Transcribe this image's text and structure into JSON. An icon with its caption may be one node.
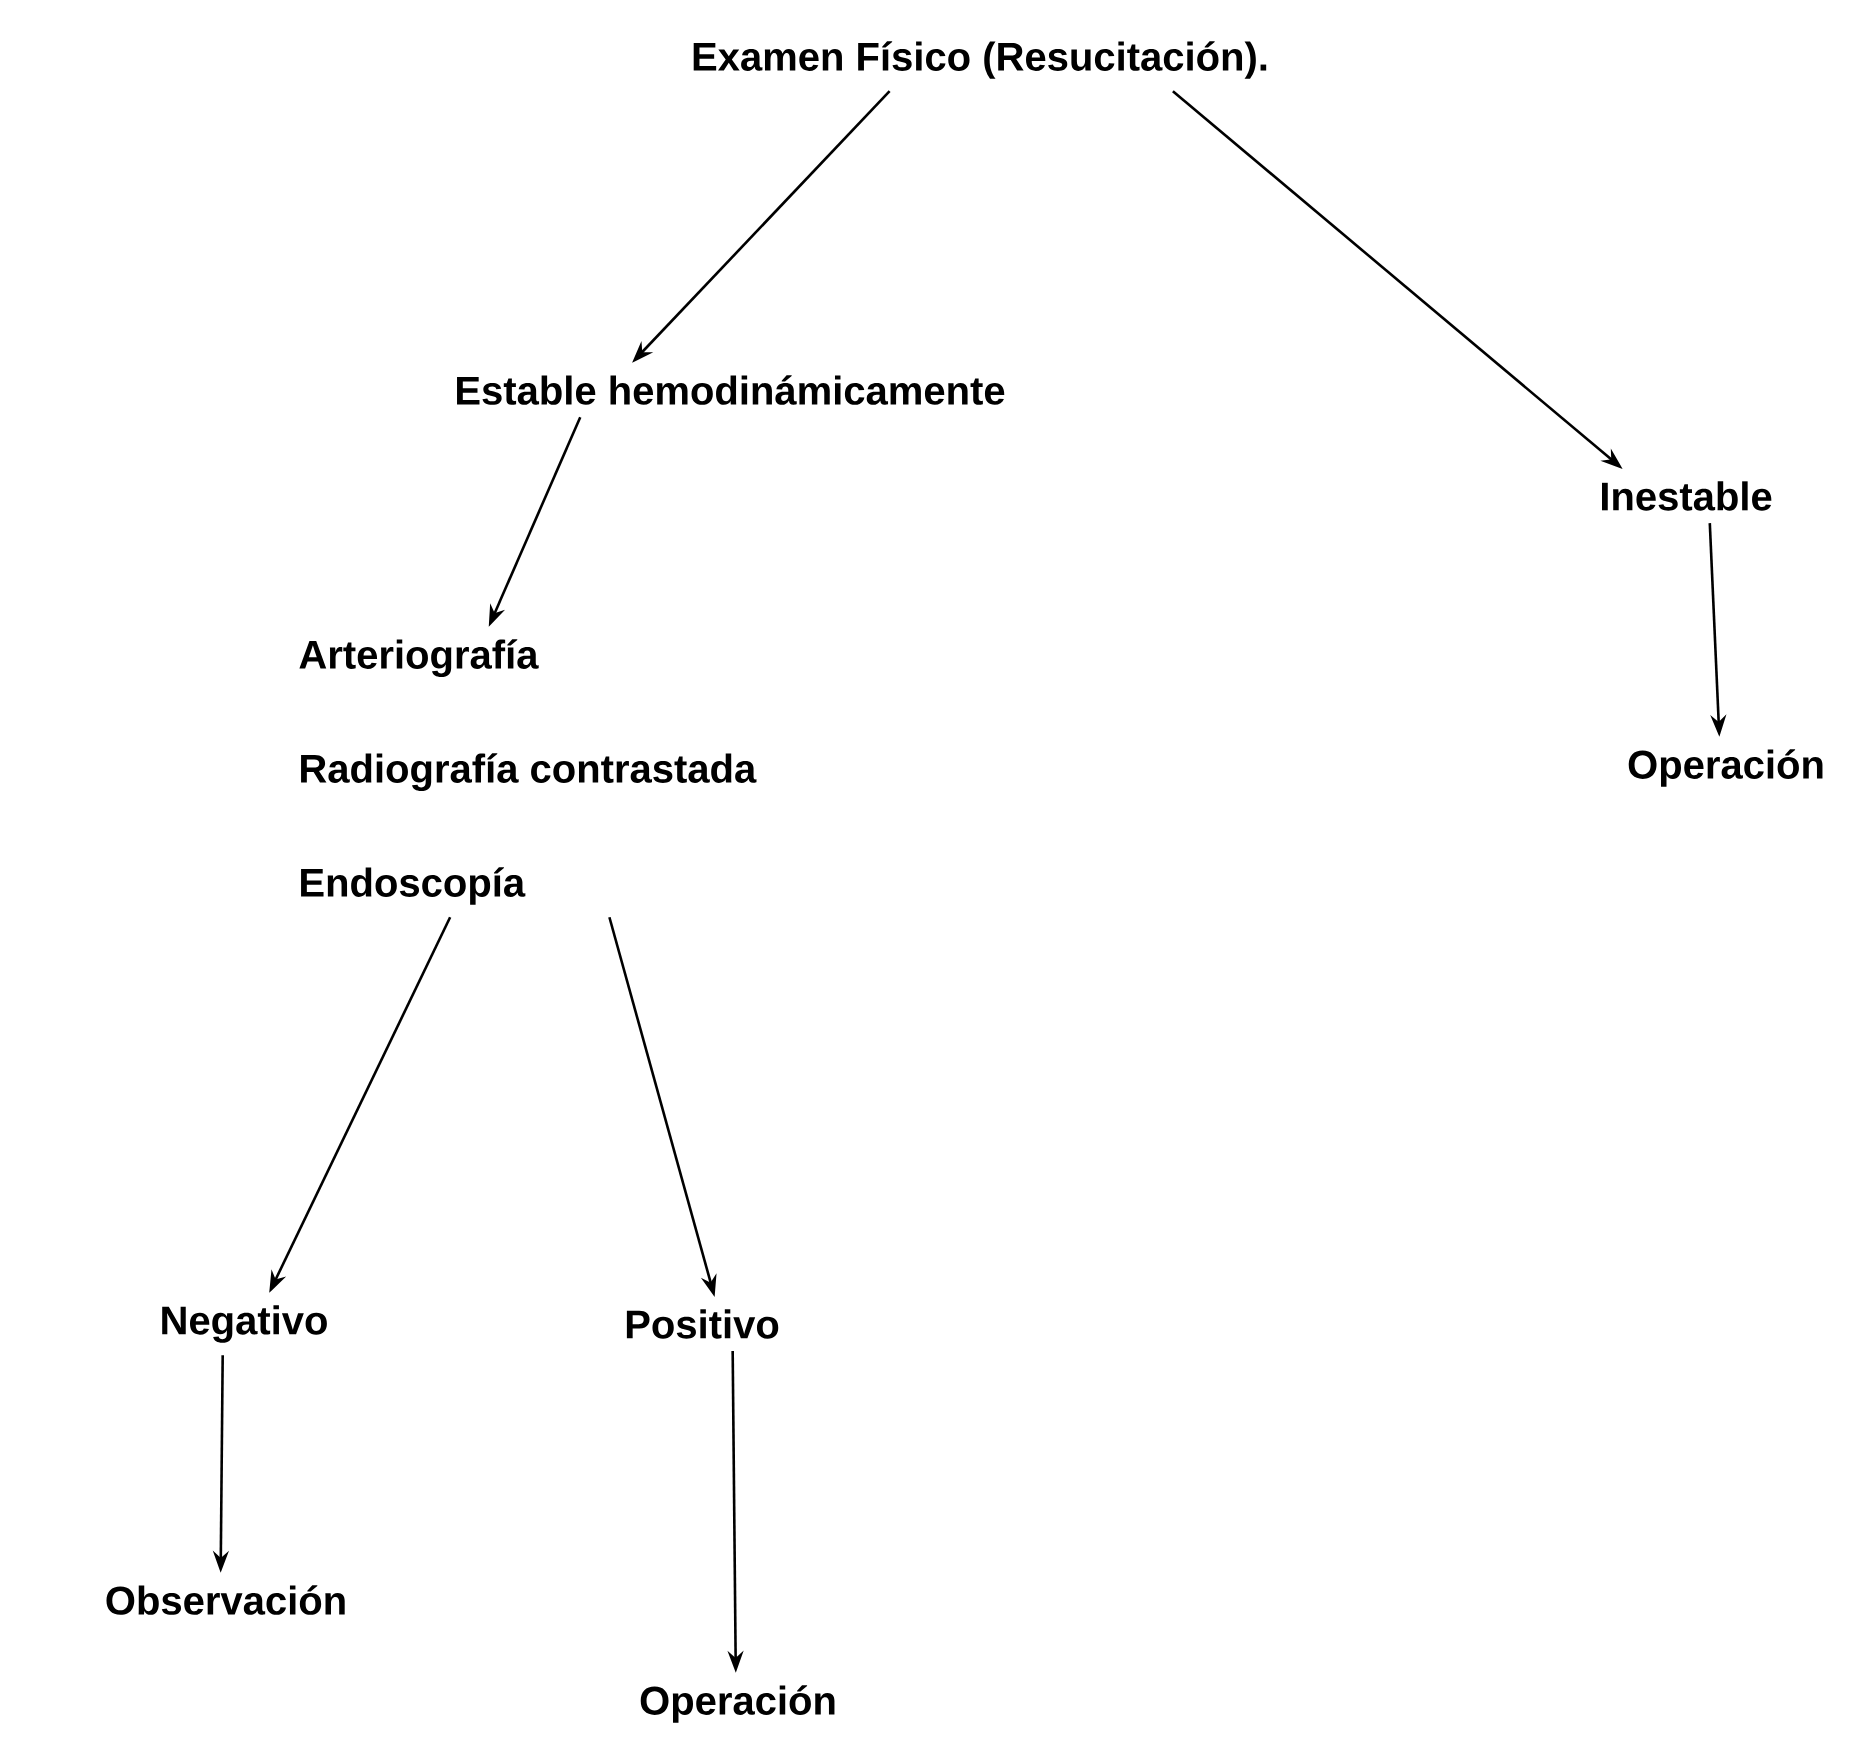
{
  "diagram": {
    "nodes": [
      {
        "text": [
          "Examen Físico (Resucitación)."
        ]
      },
      {
        "text": [
          "Estable hemodinámicamente"
        ]
      },
      {
        "text": [
          "Inestable"
        ]
      },
      {
        "text": [
          "Arteriografía",
          "Radiografía contrastada",
          "Endoscopía"
        ]
      },
      {
        "text": [
          "Operación"
        ]
      },
      {
        "text": [
          "Negativo"
        ]
      },
      {
        "text": [
          "Positivo"
        ]
      },
      {
        "text": [
          "Observación"
        ]
      },
      {
        "text": [
          "Operación"
        ]
      }
    ],
    "edges": [
      {
        "from": 0,
        "to": 1,
        "arrow": "to"
      },
      {
        "from": 0,
        "to": 2,
        "arrow": "to"
      },
      {
        "from": 1,
        "to": 3,
        "arrow": "to"
      },
      {
        "from": 2,
        "to": 4,
        "arrow": "to"
      },
      {
        "from": 3,
        "to": 5,
        "arrow": "to"
      },
      {
        "from": 3,
        "to": 6,
        "arrow": "to"
      },
      {
        "from": 5,
        "to": 7,
        "arrow": "to"
      },
      {
        "from": 6,
        "to": 8,
        "arrow": "to"
      }
    ]
  }
}
